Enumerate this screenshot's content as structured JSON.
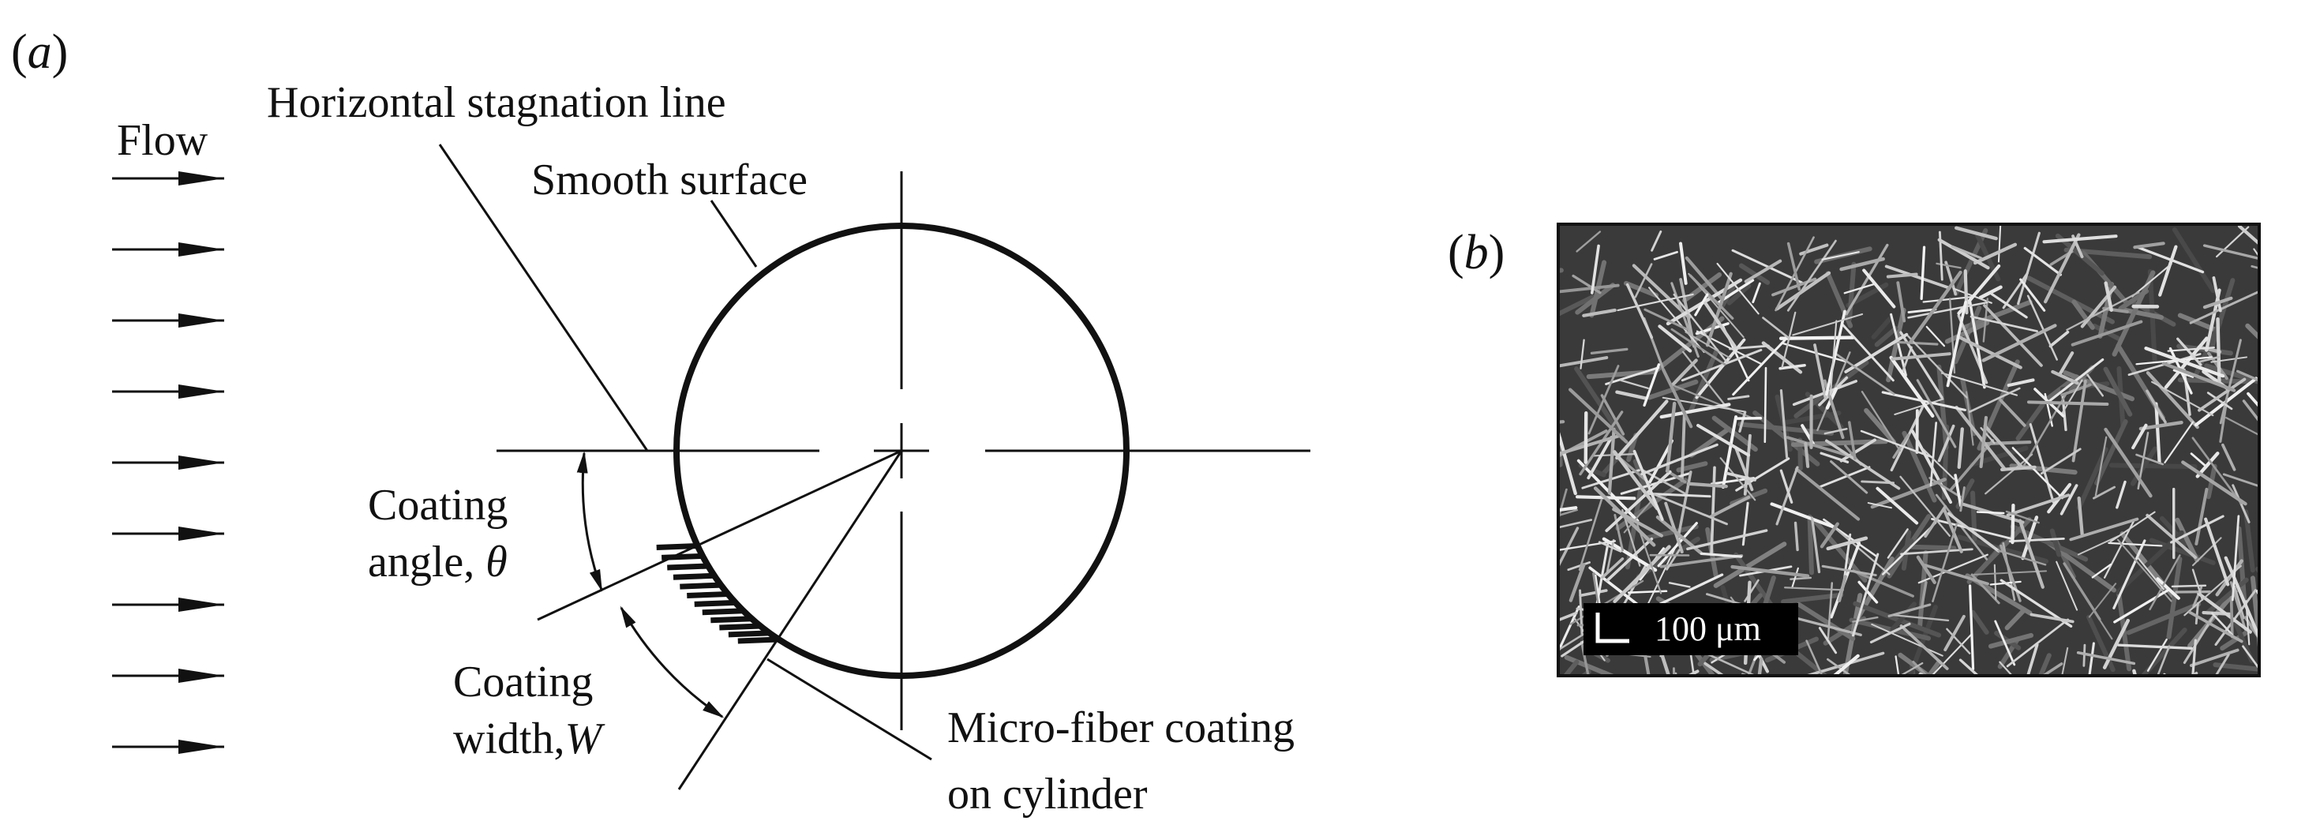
{
  "panel_a": {
    "tag_open": "(",
    "tag_letter": "a",
    "tag_close": ")",
    "flow_label": "Flow",
    "stagnation_label": "Horizontal stagnation line",
    "smooth_label": "Smooth surface",
    "angle_line1": "Coating",
    "angle_line2": "angle, ",
    "angle_symbol": "θ",
    "width_line1": "Coating",
    "width_line2": "width,",
    "width_symbol": "W",
    "fiber_line1": "Micro-fiber coating",
    "fiber_line2": "on cylinder"
  },
  "panel_b": {
    "tag_open": "(",
    "tag_letter": "b",
    "tag_close": ")",
    "scale_label": "100 μm"
  },
  "colors": {
    "ink": "#111111",
    "sem_background": "#3a3a3a",
    "scale_box": "#000000"
  }
}
